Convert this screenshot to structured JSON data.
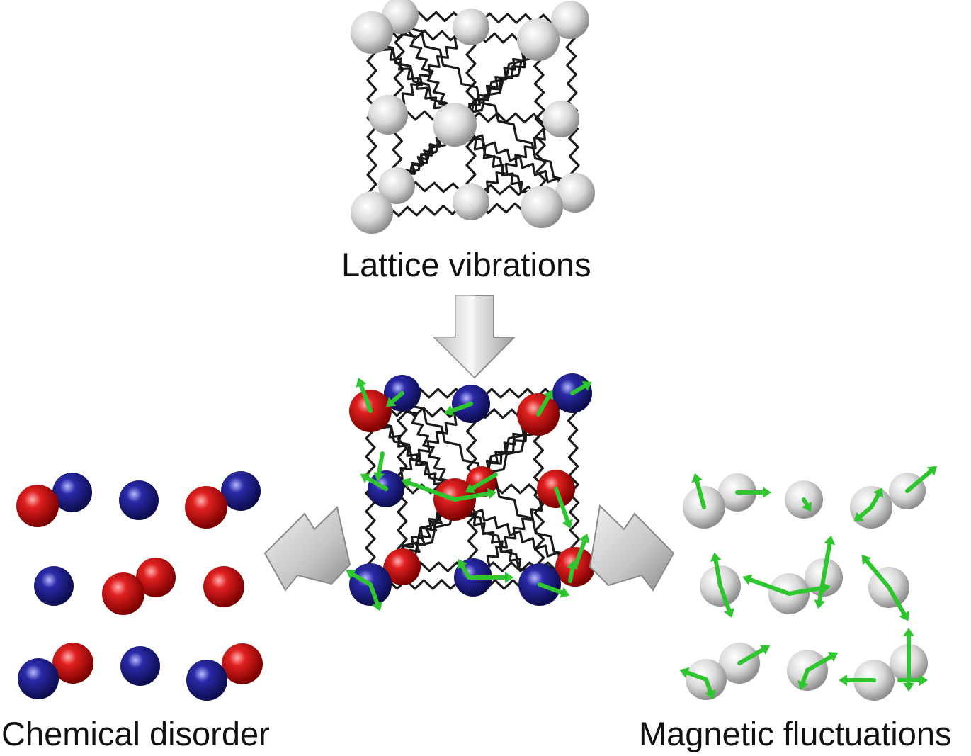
{
  "labels": {
    "lattice": "Lattice vibrations",
    "chemical": "Chemical disorder",
    "magnetic": "Magnetic fluctuations"
  },
  "colors": {
    "atom_gray": "#d7d7d7",
    "atom_red": "#cc1414",
    "atom_blue": "#27289a",
    "spring": "#1a1a1a",
    "spin_arrow": "#2ec52e",
    "block_arrow": "#c8c8c8"
  }
}
